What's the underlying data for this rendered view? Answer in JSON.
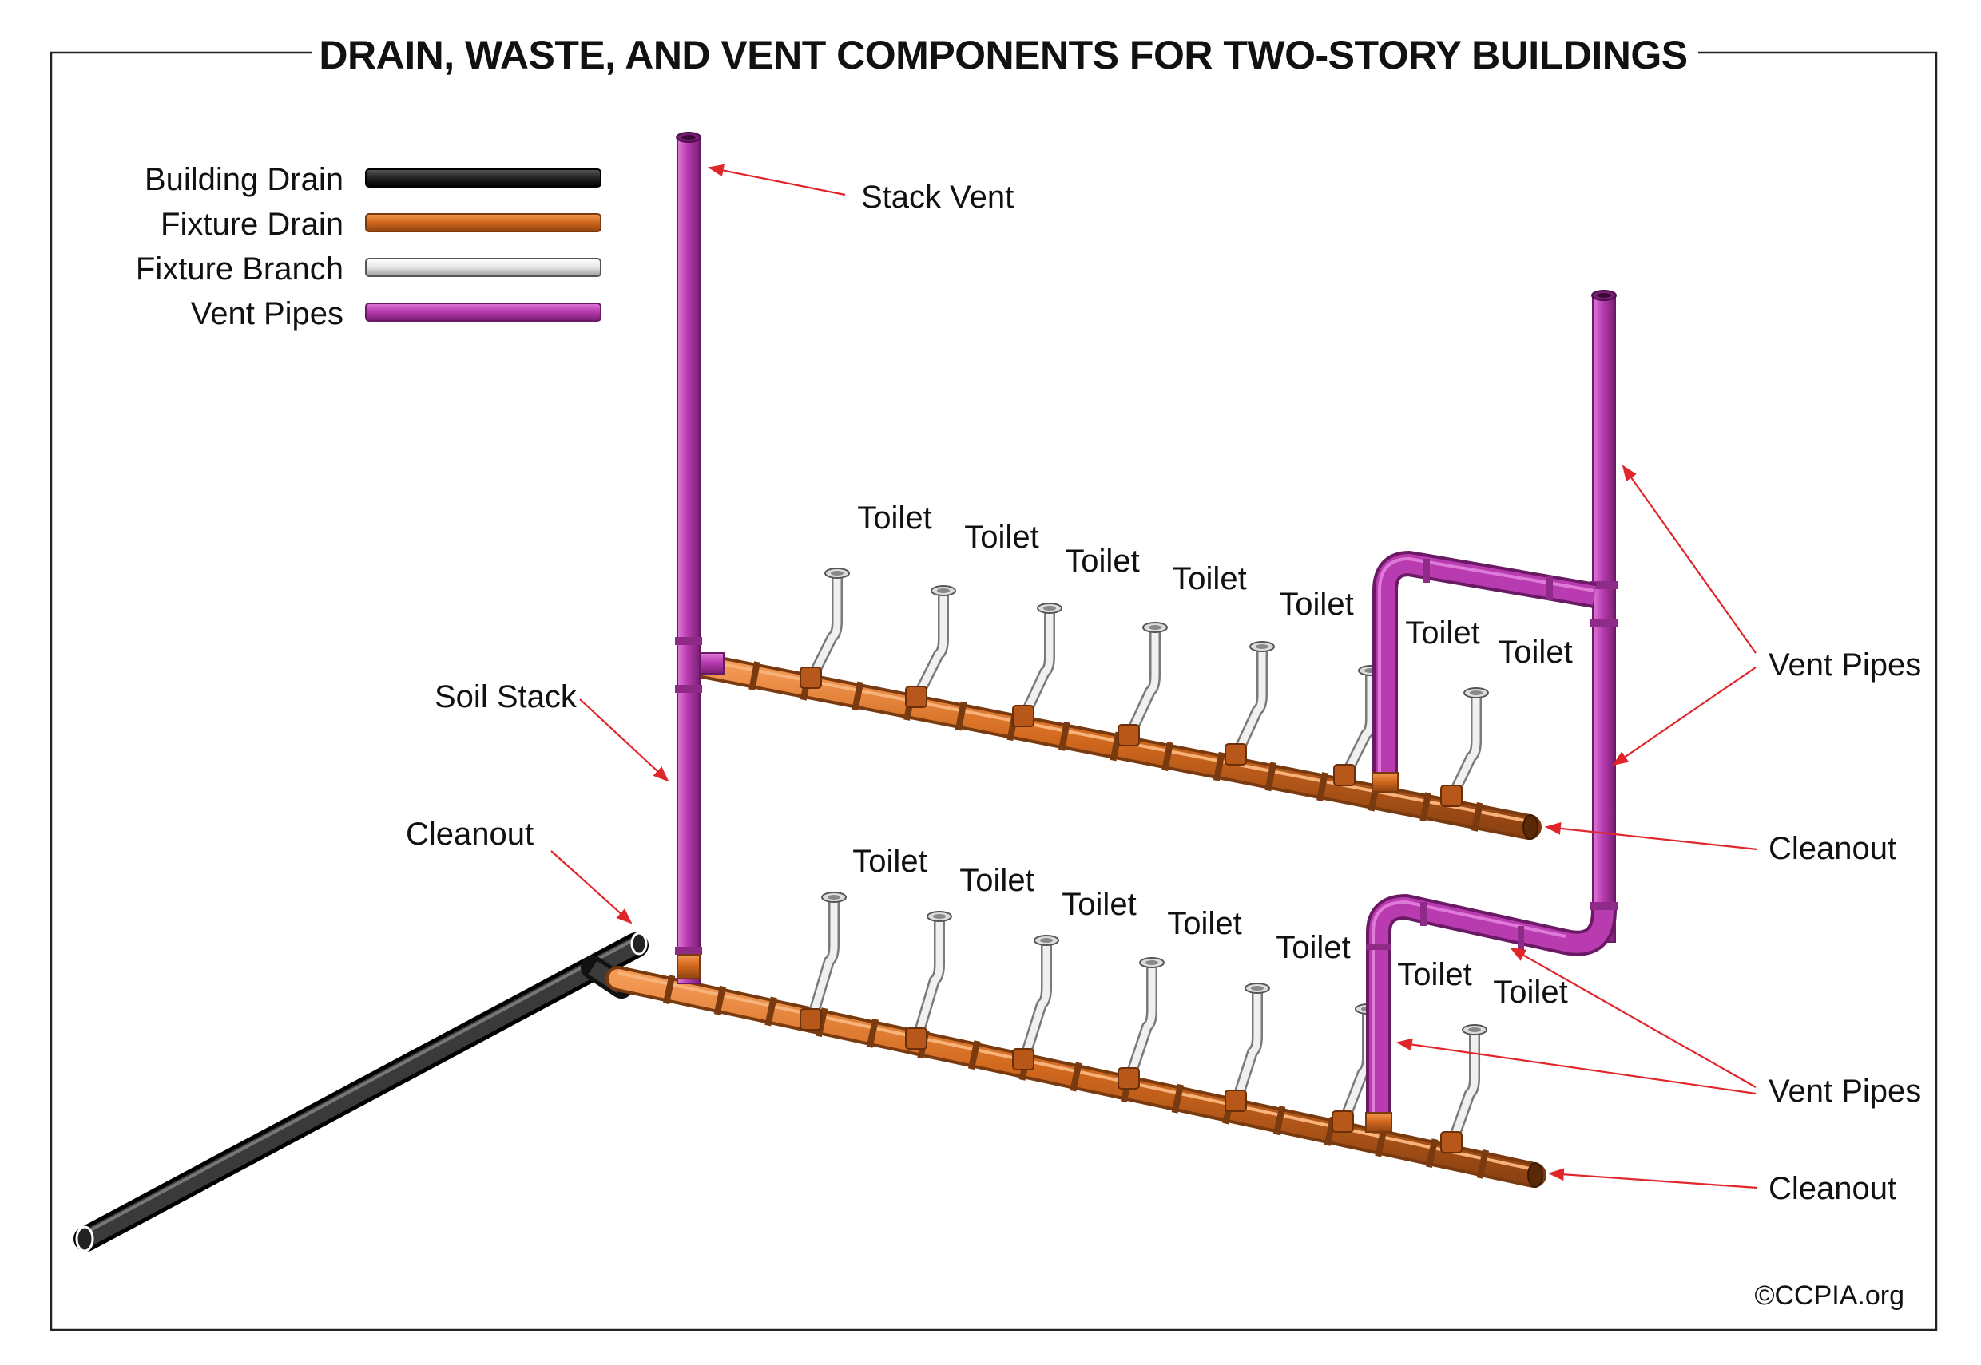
{
  "title": "DRAIN, WASTE, AND VENT COMPONENTS FOR TWO-STORY BUILDINGS",
  "copyright": "©CCPIA.org",
  "legend": [
    {
      "label": "Building Drain",
      "color": "#2b2b2b"
    },
    {
      "label": "Fixture Drain",
      "color": "#d2691e"
    },
    {
      "label": "Fixture Branch",
      "color": "#e8e8e8"
    },
    {
      "label": "Vent Pipes",
      "color": "#b83cb0"
    }
  ],
  "labels": {
    "stack_vent": "Stack Vent",
    "soil_stack": "Soil Stack",
    "cleanout_left": "Cleanout",
    "vent_pipes_upper": "Vent Pipes",
    "cleanout_upper_right": "Cleanout",
    "vent_pipes_lower": "Vent Pipes",
    "cleanout_lower_right": "Cleanout"
  },
  "toilets_upper": [
    "Toilet",
    "Toilet",
    "Toilet",
    "Toilet",
    "Toilet",
    "Toilet",
    "Toilet"
  ],
  "toilets_lower": [
    "Toilet",
    "Toilet",
    "Toilet",
    "Toilet",
    "Toilet",
    "Toilet",
    "Toilet"
  ],
  "colors": {
    "building_drain": "#2b2b2b",
    "fixture_drain": "#d2691e",
    "fixture_branch": "#e6e6e6",
    "vent": "#b83cb0",
    "arrow": "#e0262b"
  }
}
